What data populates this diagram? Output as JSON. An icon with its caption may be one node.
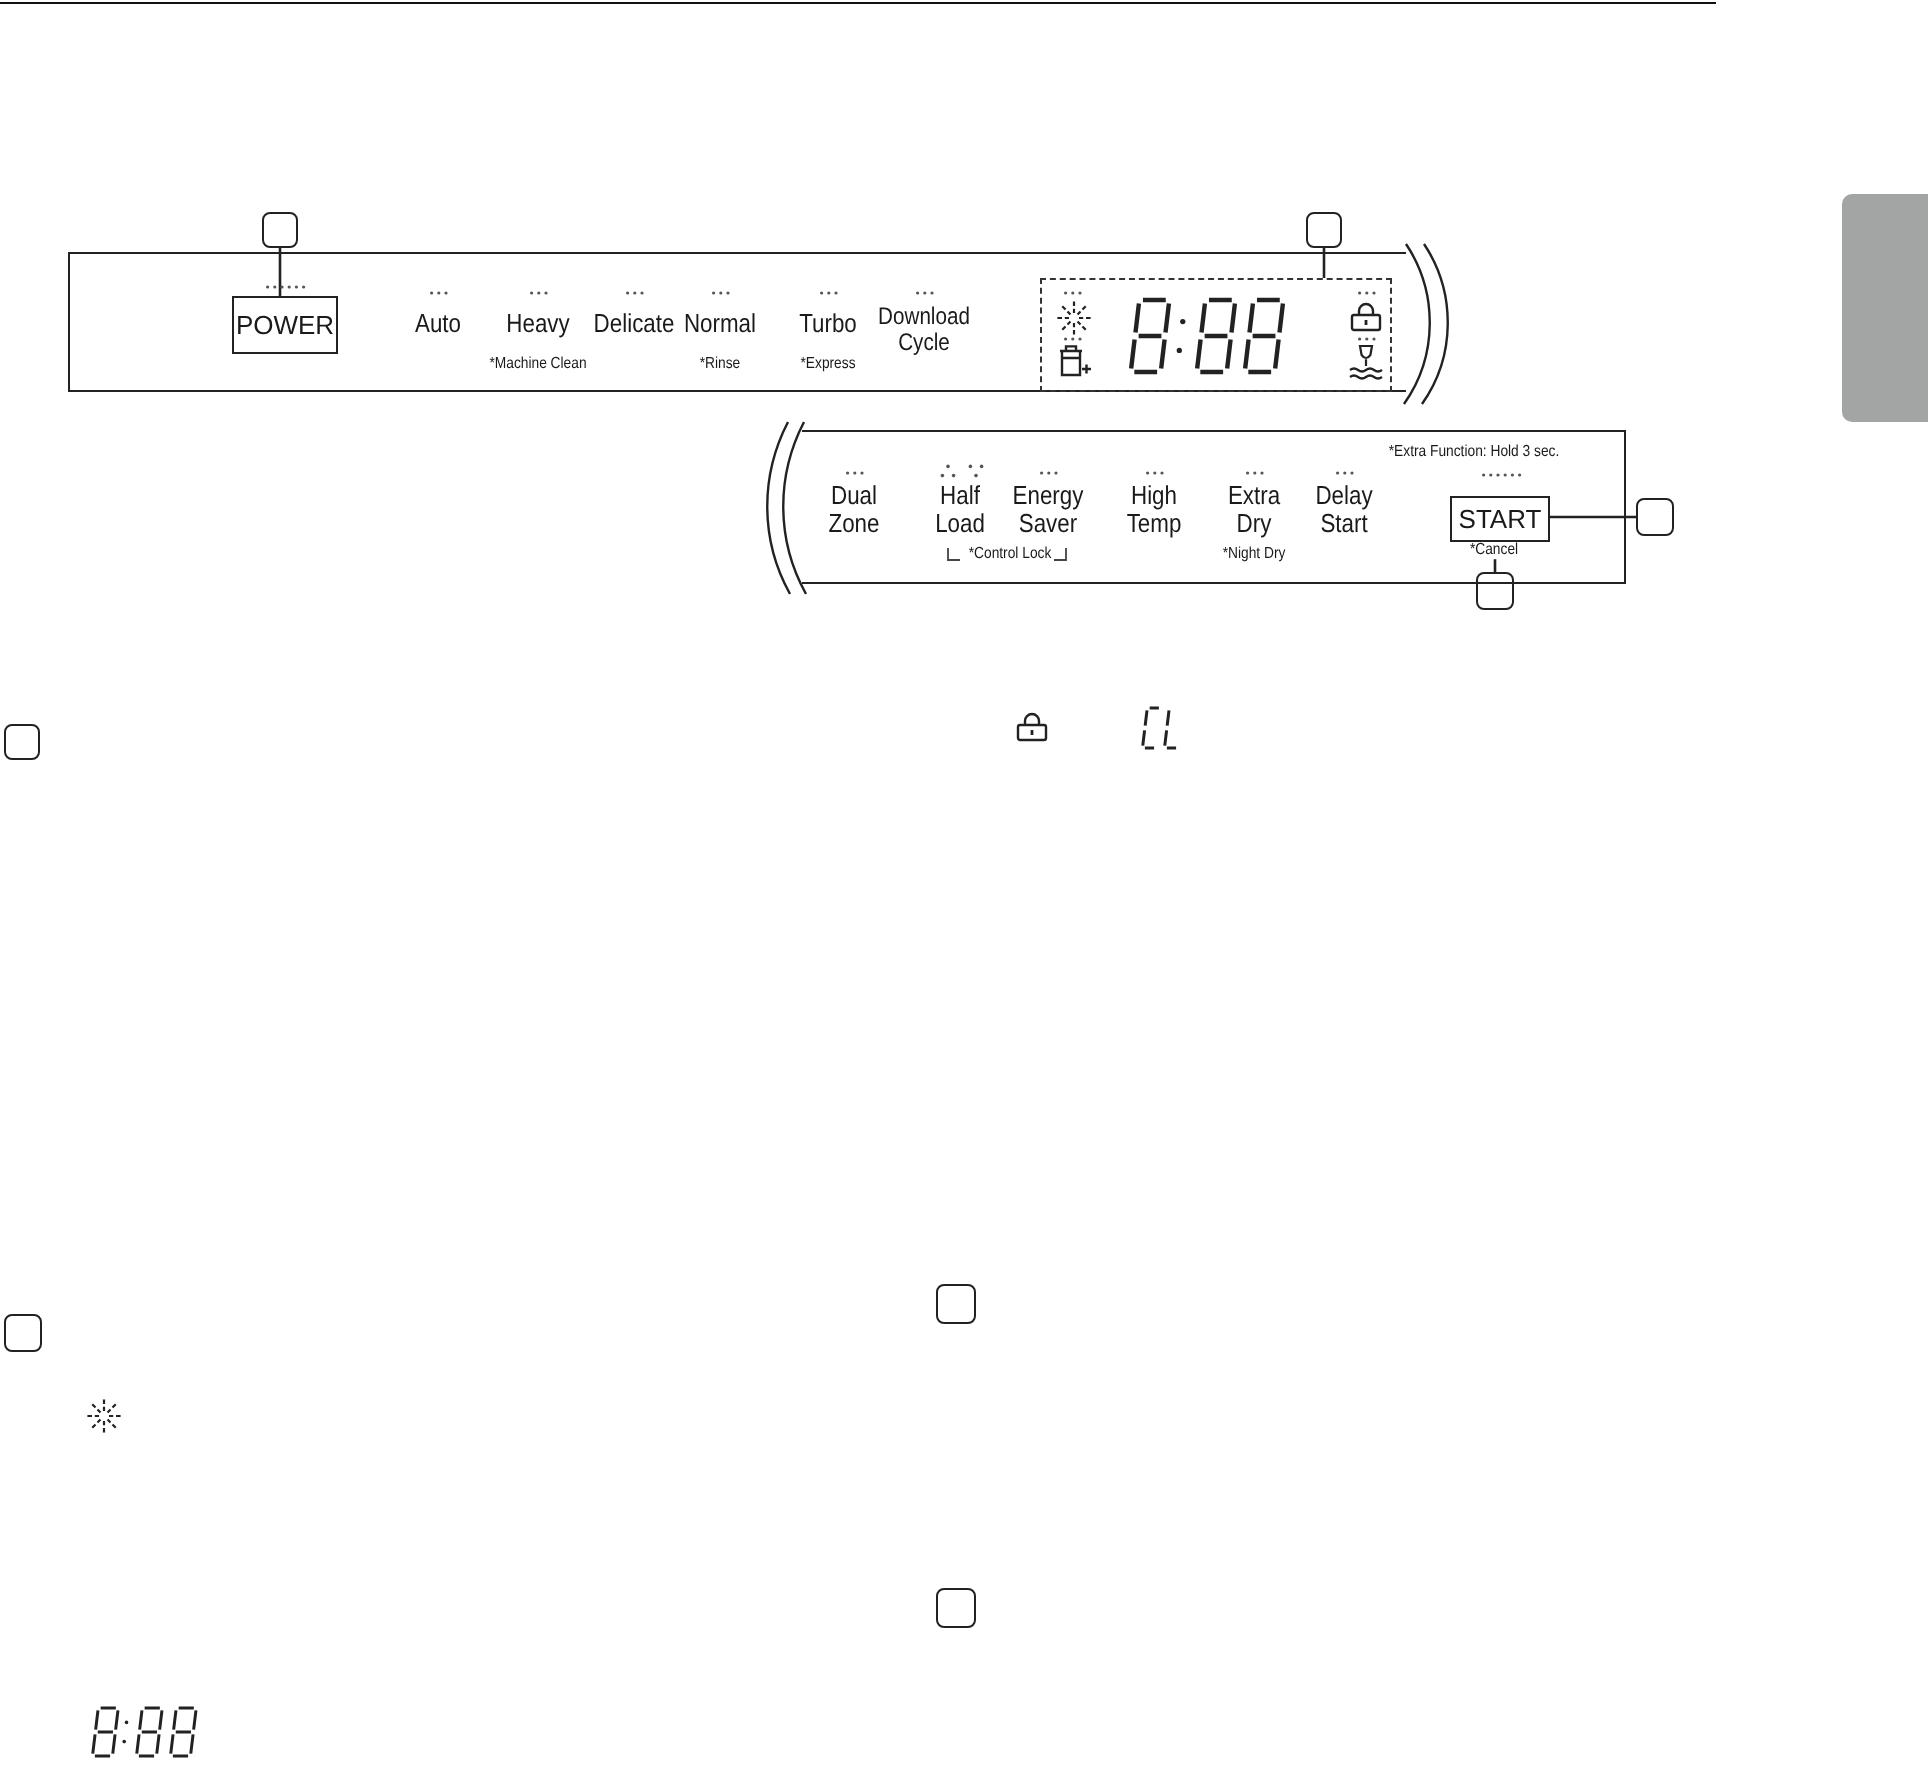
{
  "diagram": {
    "nodes": [
      {
        "text": [],
        "shape": "box"
      },
      {
        "text": [],
        "shape": "box"
      },
      {
        "text": [
          "Auto",
          "Heavy",
          "Delicate",
          "Normal",
          "Turbo",
          "Download Cycle",
          "*Machine Clean",
          "*Rinse",
          "*Express"
        ]
      },
      {
        "text": [
          "POWER"
        ],
        "in": 2
      },
      {
        "text": [],
        "shape": "box",
        "in": 2
      },
      {
        "text": [
          "*Extra Function: Hold 3 sec.",
          "Dual Zone",
          "Half Load",
          "Energy Saver",
          "High Temp",
          "Extra Dry",
          "Delay Start",
          "*Control Lock",
          "*Night Dry"
        ]
      },
      {
        "text": [
          "START"
        ],
        "in": 5
      },
      {
        "text": [],
        "shape": "box"
      },
      {
        "text": [
          "*Cancel"
        ],
        "in": 5
      },
      {
        "text": [],
        "shape": "box"
      },
      {
        "text": [],
        "shape": "box"
      },
      {
        "text": [],
        "shape": "box"
      },
      {
        "text": [],
        "shape": "box"
      },
      {
        "text": [],
        "shape": "box"
      },
      {
        "text": [],
        "shape": "box"
      }
    ],
    "edges": [
      {
        "from": 0,
        "to": 3,
        "arrow": "none"
      },
      {
        "from": 1,
        "to": 4,
        "arrow": "none"
      },
      {
        "from": 7,
        "to": 6,
        "arrow": "none"
      },
      {
        "from": 9,
        "to": 8,
        "arrow": "none"
      }
    ]
  }
}
